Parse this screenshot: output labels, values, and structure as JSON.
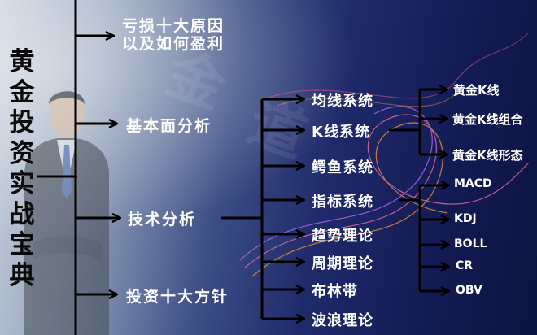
{
  "title_chars": [
    "黄",
    "金",
    "投",
    "资",
    "实",
    "战",
    "宝",
    "典"
  ],
  "level1": {
    "item0_line1": "亏损十大原因",
    "item0_line2": "以及如何盈利",
    "item1": "基本面分析",
    "item2": "技术分析",
    "item3": "投资十大方针"
  },
  "level2": [
    "均线系统",
    "K线系统",
    "鳄鱼系统",
    "指标系统",
    "趋势理论",
    "周期理论",
    "布林带",
    "波浪理论"
  ],
  "kline": [
    "黄金K线",
    "黄金K线组合",
    "黄金K线形态"
  ],
  "indicators": [
    "MACD",
    "KDJ",
    "BOLL",
    "CR",
    "OBV"
  ],
  "colors": {
    "background_start": "#c9d2de",
    "background_end": "#0d1440",
    "connector": "#000000",
    "label_text": "#ffffff",
    "title_text": "#0a0a0a"
  }
}
